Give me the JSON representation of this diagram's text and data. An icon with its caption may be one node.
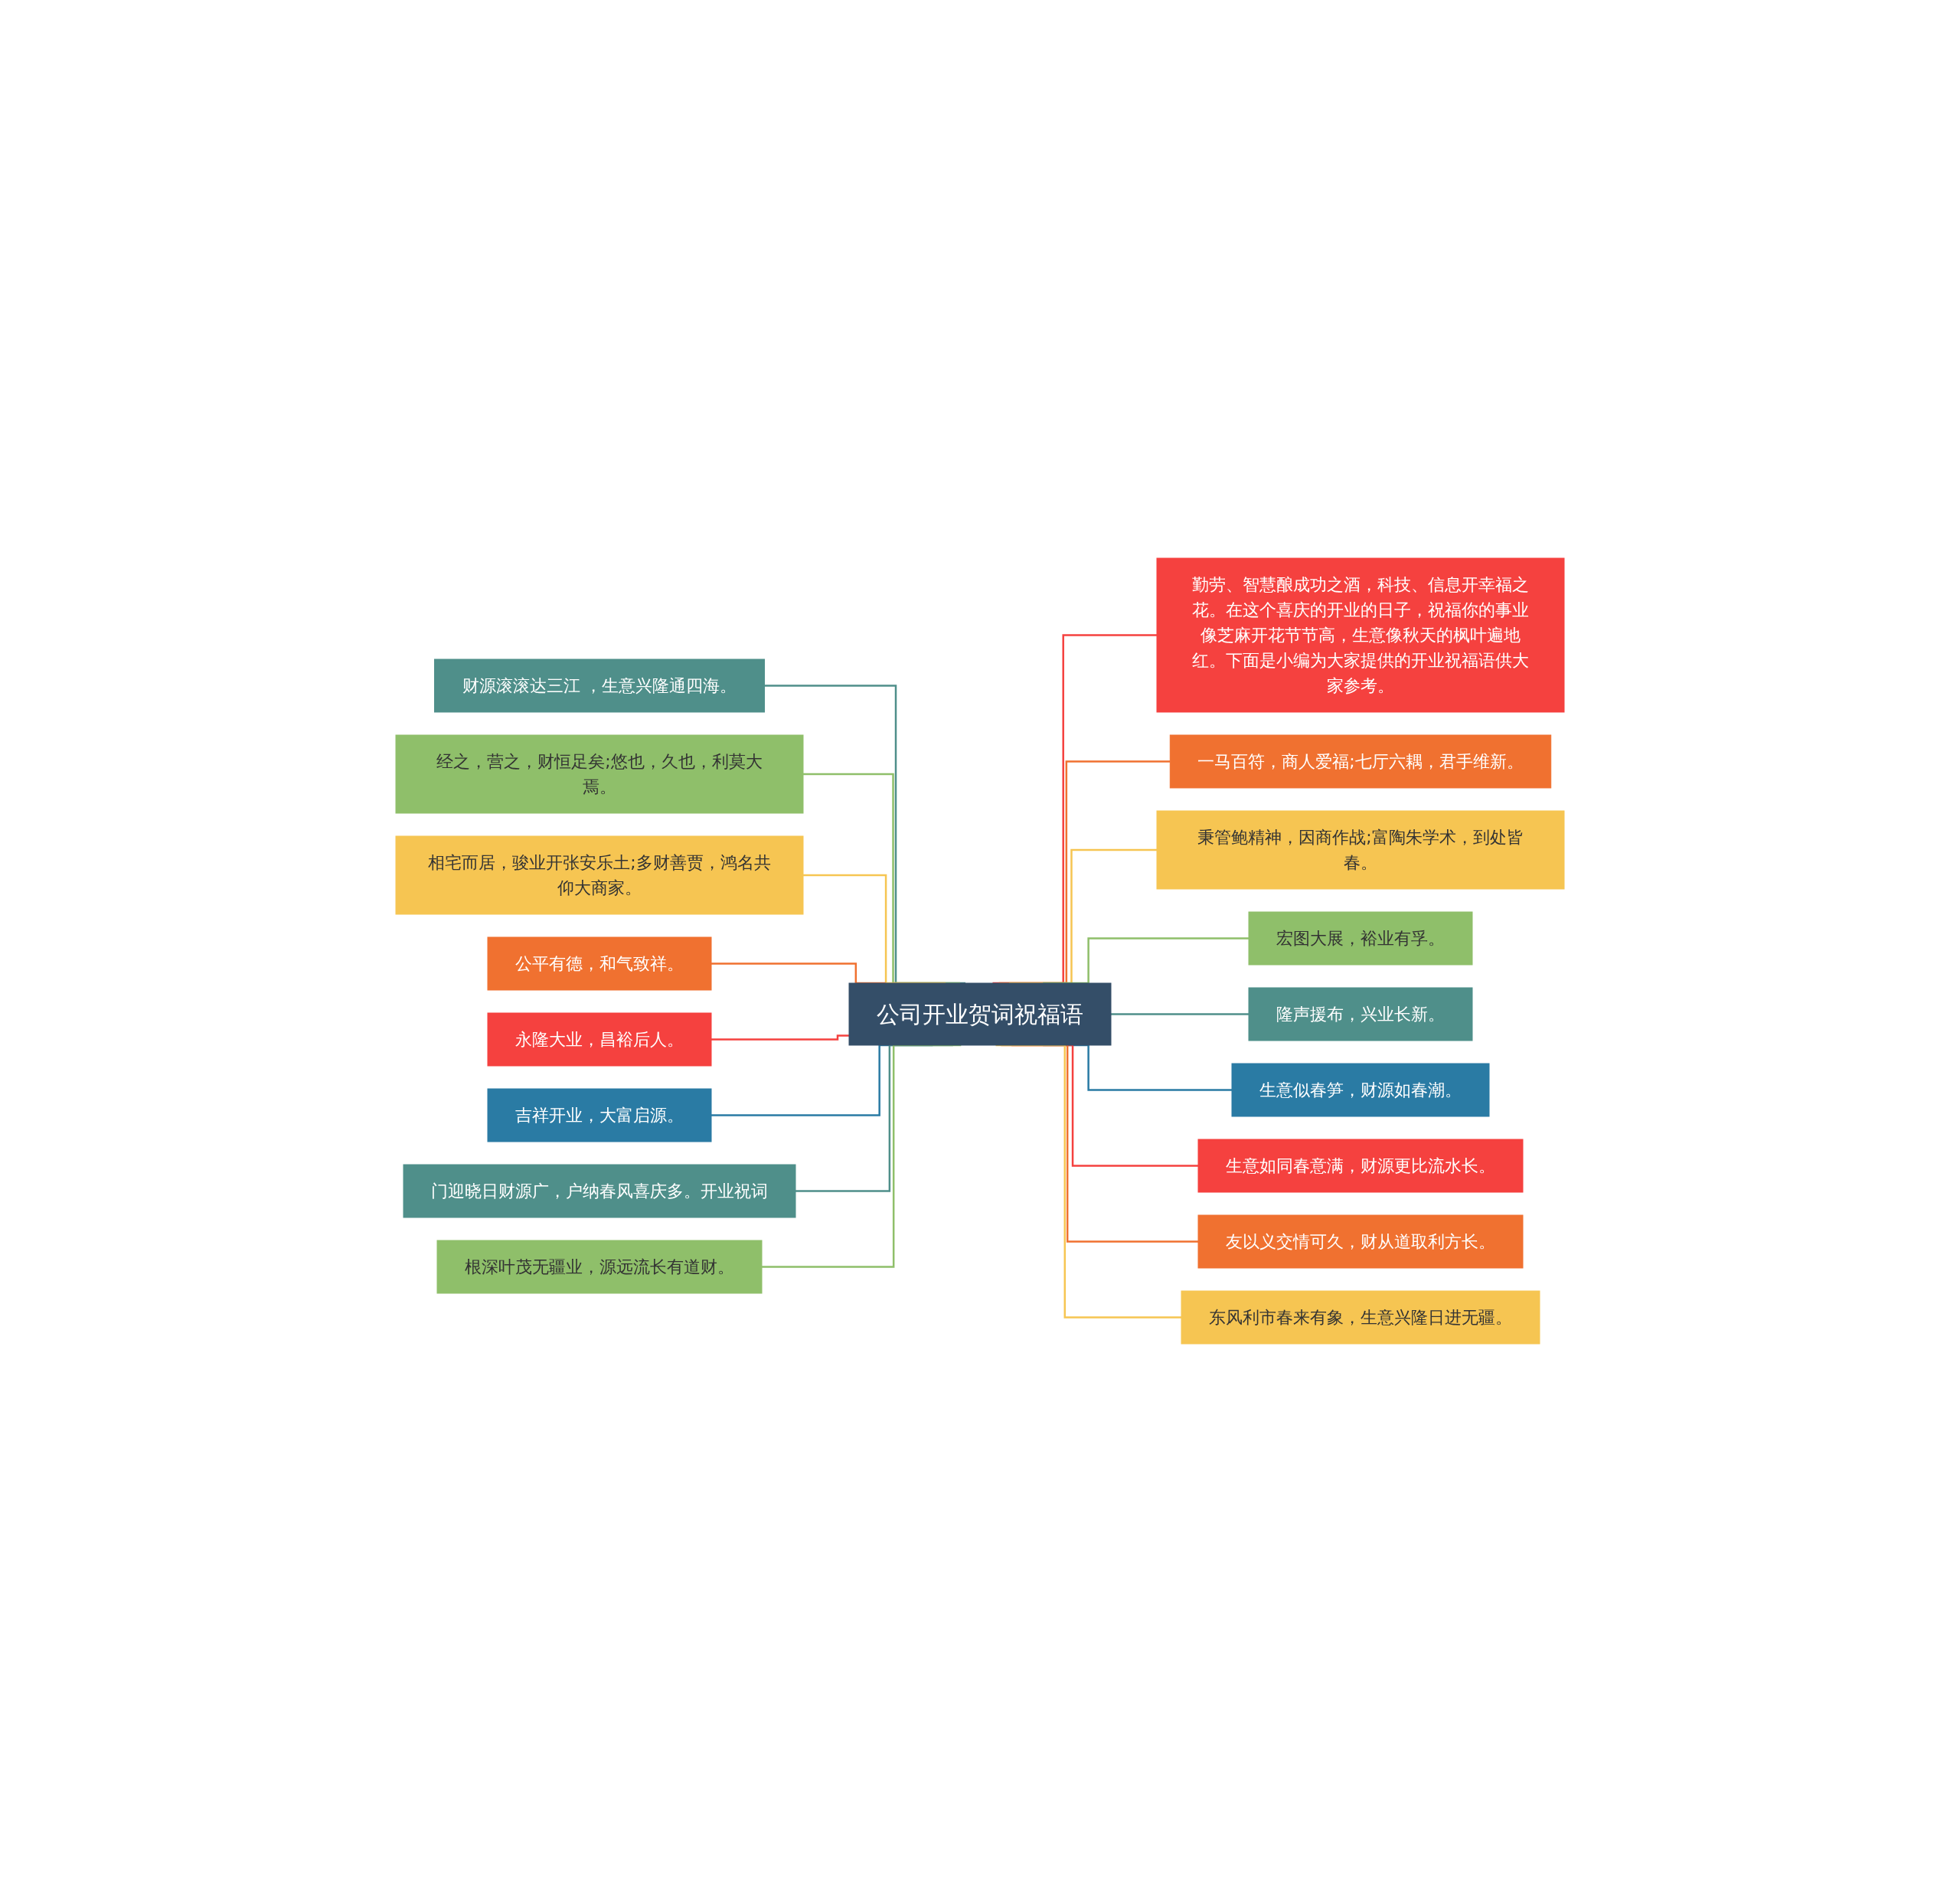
{
  "diagram": {
    "nodes": [
      {
        "text": [
          "公司开业贺词祝福语"
        ]
      },
      {
        "text": [
          "勤劳、智慧酿成功之酒，科技、信息开幸福之花。在这个喜庆的开业的日子，祝福你的事业像芝麻开花节节高，生意像秋天的枫叶遍地红。下面是小编为大家提供的开业祝福语供大家参考。"
        ]
      },
      {
        "text": [
          "一马百符，商人爱福;七厅六耦，君手维新。"
        ]
      },
      {
        "text": [
          "秉管鲍精神，因商作战;富陶朱学术，到处皆春。"
        ]
      },
      {
        "text": [
          "宏图大展，裕业有孚。"
        ]
      },
      {
        "text": [
          "隆声援布，兴业长新。"
        ]
      },
      {
        "text": [
          "生意似春笋，财源如春潮。"
        ]
      },
      {
        "text": [
          "生意如同春意满，财源更比流水长。"
        ]
      },
      {
        "text": [
          "友以义交情可久，财从道取利方长。"
        ]
      },
      {
        "text": [
          "东风利市春来有象，生意兴隆日进无疆。"
        ]
      },
      {
        "text": [
          "财源滚滚达三江 ，生意兴隆通四海。"
        ]
      },
      {
        "text": [
          "经之，营之，财恒足矣;悠也，久也，利莫大焉。"
        ]
      },
      {
        "text": [
          "相宅而居，骏业开张安乐土;多财善贾，鸿名共仰大商家。"
        ]
      },
      {
        "text": [
          "公平有德，和气致祥。"
        ]
      },
      {
        "text": [
          "永隆大业，昌裕后人。"
        ]
      },
      {
        "text": [
          "吉祥开业，大富启源。"
        ]
      },
      {
        "text": [
          "门迎晓日财源广，户纳春风喜庆多。开业祝词"
        ]
      },
      {
        "text": [
          "根深叶茂无疆业，源远流长有道财。"
        ]
      }
    ],
    "edges": [
      {
        "from": 0,
        "to": 1,
        "arrow": "none",
        "color": "#f5413f"
      },
      {
        "from": 0,
        "to": 2,
        "arrow": "none",
        "color": "#f07130"
      },
      {
        "from": 0,
        "to": 3,
        "arrow": "none",
        "color": "#f6c552"
      },
      {
        "from": 0,
        "to": 4,
        "arrow": "none",
        "color": "#8fbf6a"
      },
      {
        "from": 0,
        "to": 5,
        "arrow": "none",
        "color": "#4f8f8a"
      },
      {
        "from": 0,
        "to": 6,
        "arrow": "none",
        "color": "#2a7ba4"
      },
      {
        "from": 0,
        "to": 7,
        "arrow": "none",
        "color": "#f5413f"
      },
      {
        "from": 0,
        "to": 8,
        "arrow": "none",
        "color": "#f07130"
      },
      {
        "from": 0,
        "to": 9,
        "arrow": "none",
        "color": "#f6c552"
      },
      {
        "from": 10,
        "to": 0,
        "arrow": "none",
        "color": "#4f8f8a"
      },
      {
        "from": 11,
        "to": 0,
        "arrow": "none",
        "color": "#8fbf6a"
      },
      {
        "from": 12,
        "to": 0,
        "arrow": "none",
        "color": "#f6c552"
      },
      {
        "from": 13,
        "to": 0,
        "arrow": "none",
        "color": "#f07130"
      },
      {
        "from": 14,
        "to": 0,
        "arrow": "none",
        "color": "#f5413f"
      },
      {
        "from": 15,
        "to": 0,
        "arrow": "none",
        "color": "#2a7ba4"
      },
      {
        "from": 16,
        "to": 0,
        "arrow": "none",
        "color": "#4f8f8a"
      },
      {
        "from": 17,
        "to": 0,
        "arrow": "none",
        "color": "#8fbf6a"
      }
    ]
  }
}
